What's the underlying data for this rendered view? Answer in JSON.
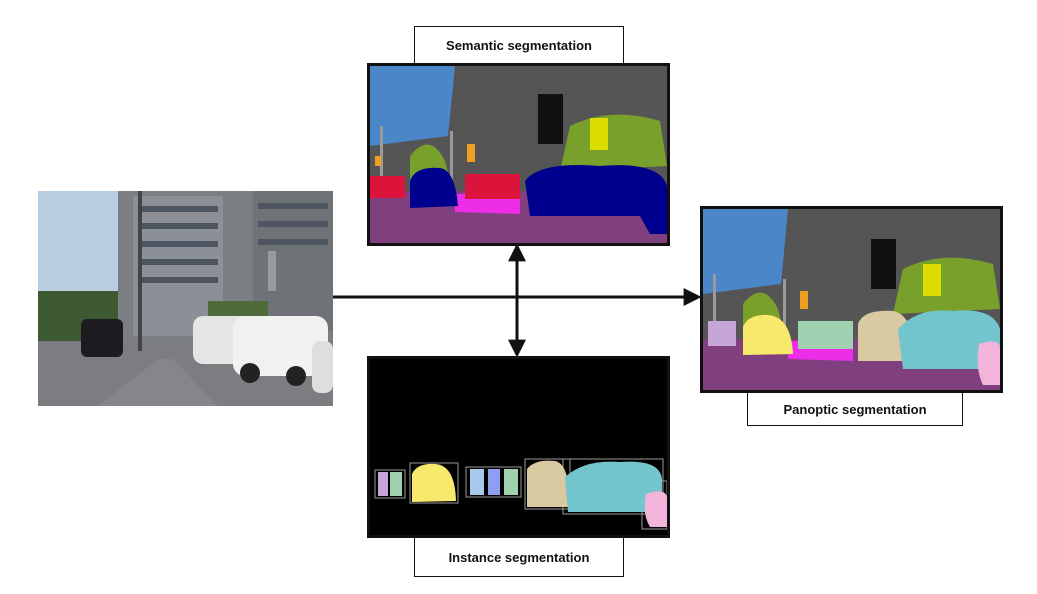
{
  "labels": {
    "semantic": "Semantic segmentation",
    "panoptic": "Panoptic segmentation",
    "instance": "Instance segmentation"
  },
  "icons": {
    "input": "street-photo-image",
    "semantic": "semantic-mask-image",
    "instance": "instance-mask-image",
    "panoptic": "panoptic-mask-image"
  },
  "colors": {
    "sky": "#4a86c8",
    "building": "#555555",
    "vegetation": "#7aa02c",
    "road": "#80407f",
    "sidewalk": "#ee2de8",
    "person": "#dc143c",
    "car": "#00008e",
    "traffic_sign": "#dcdc00",
    "traffic_light": "#f0a020",
    "instance_yellow": "#f7e96b",
    "instance_beige": "#d8c9a0",
    "instance_cyan": "#72c5cc",
    "instance_pink": "#f3b4dc",
    "arrow": "#111111"
  }
}
